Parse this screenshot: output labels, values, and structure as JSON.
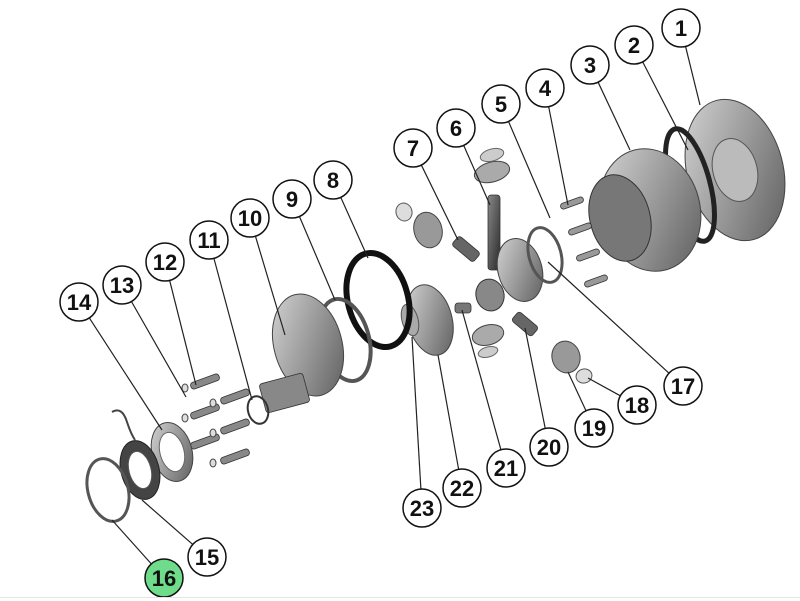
{
  "diagram": {
    "type": "exploded-parts-view",
    "highlight_color": "#6fdc8c",
    "callouts": [
      {
        "label": "1"
      },
      {
        "label": "2"
      },
      {
        "label": "3"
      },
      {
        "label": "4"
      },
      {
        "label": "5"
      },
      {
        "label": "6"
      },
      {
        "label": "7"
      },
      {
        "label": "8"
      },
      {
        "label": "9"
      },
      {
        "label": "10"
      },
      {
        "label": "11"
      },
      {
        "label": "12"
      },
      {
        "label": "13"
      },
      {
        "label": "14"
      },
      {
        "label": "15"
      },
      {
        "label": "16",
        "highlighted": true
      },
      {
        "label": "17"
      },
      {
        "label": "18"
      },
      {
        "label": "19"
      },
      {
        "label": "20"
      },
      {
        "label": "21"
      },
      {
        "label": "22"
      },
      {
        "label": "23"
      }
    ]
  }
}
